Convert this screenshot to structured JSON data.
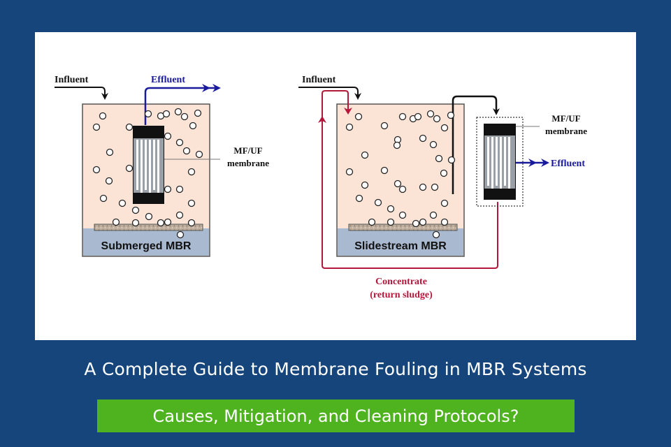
{
  "diagram": {
    "left": {
      "influent_label": "Influent",
      "effluent_label": "Effluent",
      "membrane_label_line1": "MF/UF",
      "membrane_label_line2": "membrane",
      "tank_label": "Submerged MBR"
    },
    "right": {
      "influent_label": "Influent",
      "effluent_label": "Effluent",
      "membrane_label_line1": "MF/UF",
      "membrane_label_line2": "membrane",
      "tank_label": "Slidestream MBR",
      "concentrate_label_line1": "Concentrate",
      "concentrate_label_line2": "(return sludge)"
    },
    "colors": {
      "background": "#15457a",
      "tank_fill": "#fbe3d6",
      "base_fill": "#a9b9cf",
      "effluent": "#1a1a9c",
      "concentrate": "#b3173a",
      "subtitle_bar": "#4fb21f"
    }
  },
  "headline": "A Complete Guide to Membrane Fouling in MBR Systems",
  "subtitle": "Causes, Mitigation, and Cleaning Protocols?"
}
